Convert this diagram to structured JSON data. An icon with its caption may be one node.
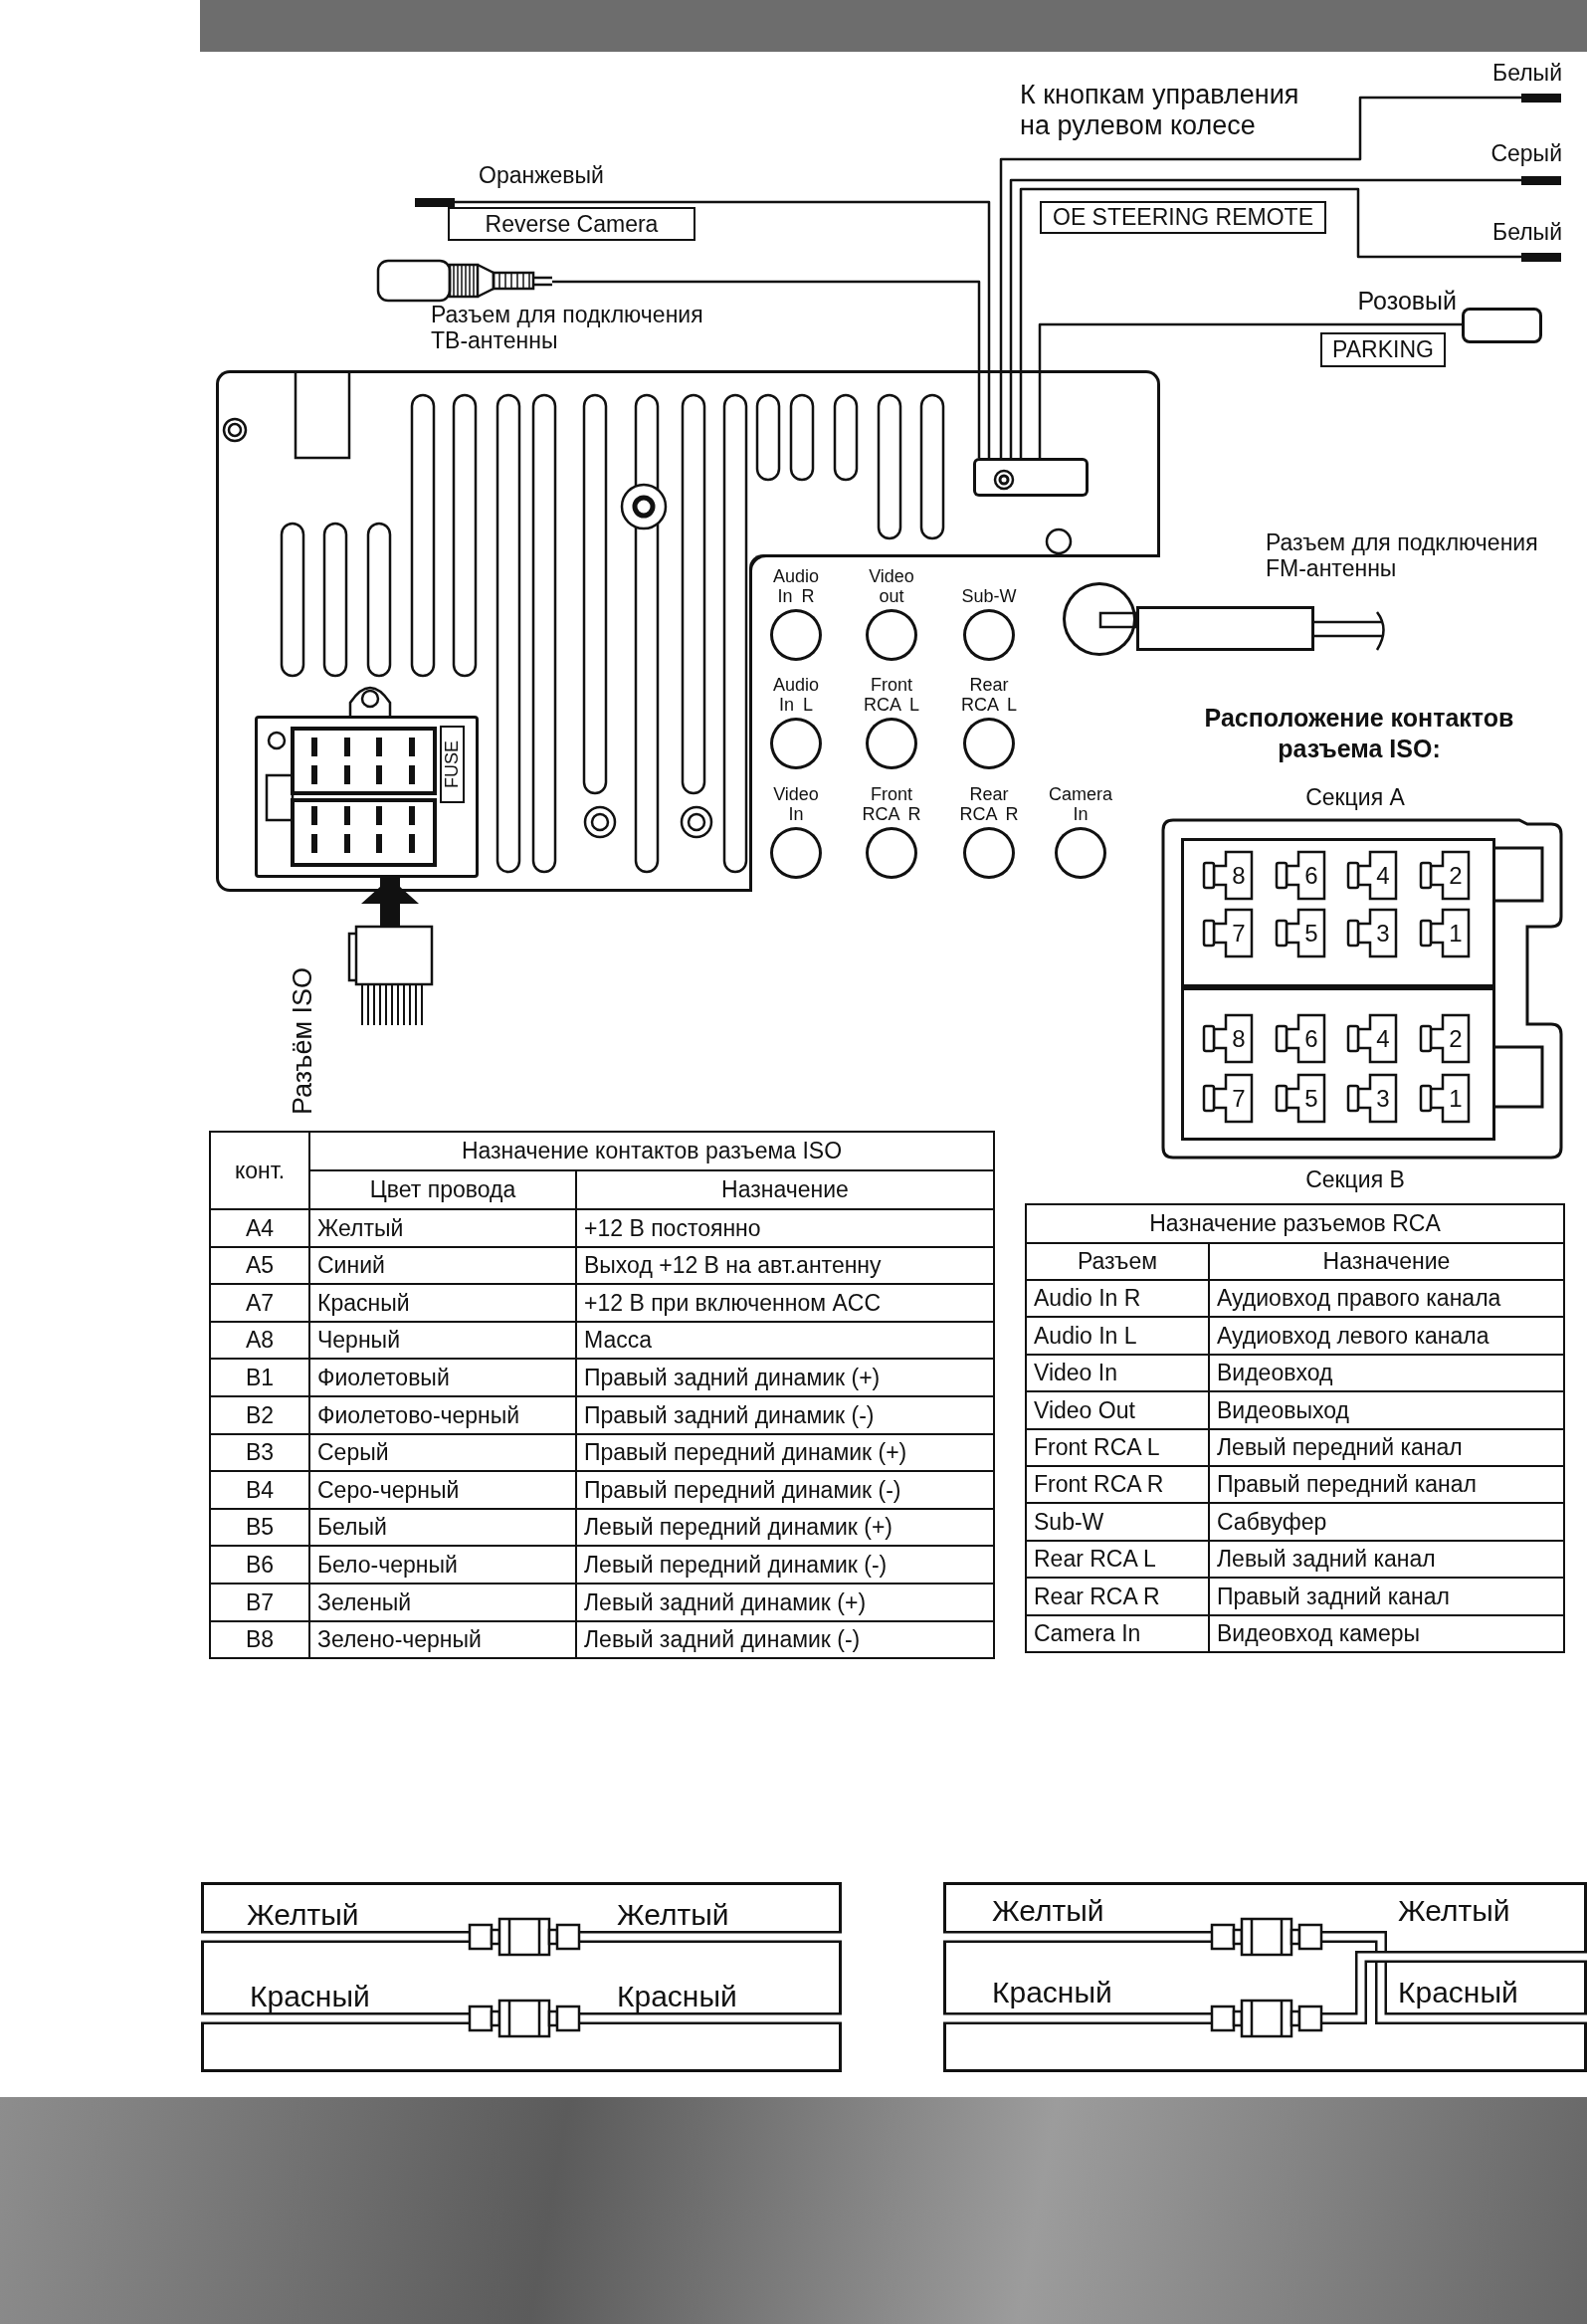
{
  "diagram": {
    "nodes": [
      {
        "text": [
          "Reverse Camera"
        ]
      },
      {
        "text": [
          "OE STEERING REMOTE"
        ]
      },
      {
        "text": [
          "PARKING"
        ]
      },
      {
        "text": [],
        "shape": "bar",
        "beside": [
          "Оранжевый"
        ]
      },
      {
        "text": [],
        "shape": "picture",
        "beside": [
          "Разъем для подключения ТВ-антенны"
        ]
      },
      {
        "text": [],
        "shape": "bar",
        "beside": [
          "Белый"
        ]
      },
      {
        "text": [],
        "shape": "bar",
        "beside": [
          "Серый"
        ]
      },
      {
        "text": [],
        "shape": "bar",
        "beside": [
          "Белый"
        ]
      },
      {
        "text": [],
        "shape": "box",
        "beside": [
          "Розовый"
        ]
      },
      {
        "text": [],
        "shape": "box"
      },
      {
        "text": [],
        "shape": "box",
        "in": 9
      },
      {
        "text": [],
        "shape": "box",
        "in": 9
      },
      {
        "text": [
          "FUSE"
        ],
        "in": 11
      },
      {
        "text": [],
        "shape": "box",
        "in": 9
      },
      {
        "text": [
          "Audio In R"
        ],
        "in": 13
      },
      {
        "text": [
          "Video out"
        ],
        "in": 13
      },
      {
        "text": [
          "Sub-W"
        ],
        "in": 13
      },
      {
        "text": [
          "Audio In L"
        ],
        "in": 13
      },
      {
        "text": [
          "Front RCA L"
        ],
        "in": 13
      },
      {
        "text": [
          "Rear RCA L"
        ],
        "in": 13
      },
      {
        "text": [
          "Video In"
        ],
        "in": 13
      },
      {
        "text": [
          "Front RCA R"
        ],
        "in": 13
      },
      {
        "text": [
          "Rear RCA R"
        ],
        "in": 13
      },
      {
        "text": [
          "Camera In"
        ],
        "in": 13
      },
      {
        "text": [],
        "shape": "circle",
        "in": 13
      },
      {
        "text": [],
        "shape": "box",
        "beside": [
          "Разъем для подключения FM-антенны"
        ]
      },
      {
        "text": [],
        "shape": "picture",
        "beside": [
          "Разъём ISO"
        ]
      },
      {
        "text": [
          "Секция А",
          "Секция В"
        ]
      },
      {
        "text": [],
        "shape": "box",
        "in": 27
      },
      {
        "text": [
          "8"
        ],
        "in": 28
      },
      {
        "text": [
          "6"
        ],
        "in": 28
      },
      {
        "text": [
          "4"
        ],
        "in": 28
      },
      {
        "text": [
          "2"
        ],
        "in": 28
      },
      {
        "text": [
          "7"
        ],
        "in": 28
      },
      {
        "text": [
          "5"
        ],
        "in": 28
      },
      {
        "text": [
          "3"
        ],
        "in": 28
      },
      {
        "text": [
          "1"
        ],
        "in": 28
      },
      {
        "text": [],
        "shape": "box",
        "in": 27
      },
      {
        "text": [
          "8"
        ],
        "in": 37
      },
      {
        "text": [
          "6"
        ],
        "in": 37
      },
      {
        "text": [
          "4"
        ],
        "in": 37
      },
      {
        "text": [
          "2"
        ],
        "in": 37
      },
      {
        "text": [
          "7"
        ],
        "in": 37
      },
      {
        "text": [
          "5"
        ],
        "in": 37
      },
      {
        "text": [
          "3"
        ],
        "in": 37
      },
      {
        "text": [
          "1"
        ],
        "in": 37
      },
      {
        "text": [
          "Желтый",
          "Желтый",
          "Красный",
          "Красный"
        ]
      },
      {
        "text": [
          "Желтый",
          "Желтый",
          "Красный",
          "Красный"
        ]
      }
    ],
    "edges": [
      {
        "from": 10,
        "to": 3,
        "arrow": "none"
      },
      {
        "from": 10,
        "to": 4,
        "arrow": "none"
      },
      {
        "from": 10,
        "to": 5,
        "arrow": "none"
      },
      {
        "from": 10,
        "to": 6,
        "arrow": "none"
      },
      {
        "from": 10,
        "to": 7,
        "arrow": "none"
      },
      {
        "from": 10,
        "to": 8,
        "arrow": "none"
      },
      {
        "from": 26,
        "to": 11,
        "arrow": "to",
        "style": "thick"
      }
    ],
    "labels": [
      "К кнопкам управления на рулевом колесе",
      "Расположение контактов разъема ISO:",
      "конт.",
      "Назначение контактов разъема ISO",
      "Цвет провода",
      "Назначение",
      "A4",
      "Желтый",
      "+12 В постоянно",
      "A5",
      "Синий",
      "Выход +12 В на авт.антенну",
      "A7",
      "Красный",
      "+12 В при включенном ACC",
      "A8",
      "Черный",
      "Масса",
      "B1",
      "Фиолетовый",
      "Правый задний динамик (+)",
      "B2",
      "Фиолетово-черный",
      "Правый задний динамик (-)",
      "B3",
      "Серый",
      "Правый передний динамик (+)",
      "B4",
      "Серо-черный",
      "Правый передний динамик (-)",
      "B5",
      "Белый",
      "Левый передний динамик (+)",
      "B6",
      "Бело-черный",
      "Левый передний динамик (-)",
      "B7",
      "Зеленый",
      "Левый задний динамик (+)",
      "B8",
      "Зелено-черный",
      "Левый задний динамик (-)",
      "Назначение разъемов RCA",
      "Разъем",
      "Назначение",
      "Audio In R",
      "Аудиовход правого канала",
      "Audio In L",
      "Аудиовход левого канала",
      "Video In",
      "Видеовход",
      "Video Out",
      "Видеовыход",
      "Front RCA L",
      "Левый передний канал",
      "Front RCA R",
      "Правый передний канал",
      "Sub-W",
      "Сабвуфер",
      "Rear RCA L",
      "Левый задний канал",
      "Rear RCA R",
      "Правый задний канал",
      "Camera In",
      "Видеовход камеры"
    ]
  }
}
